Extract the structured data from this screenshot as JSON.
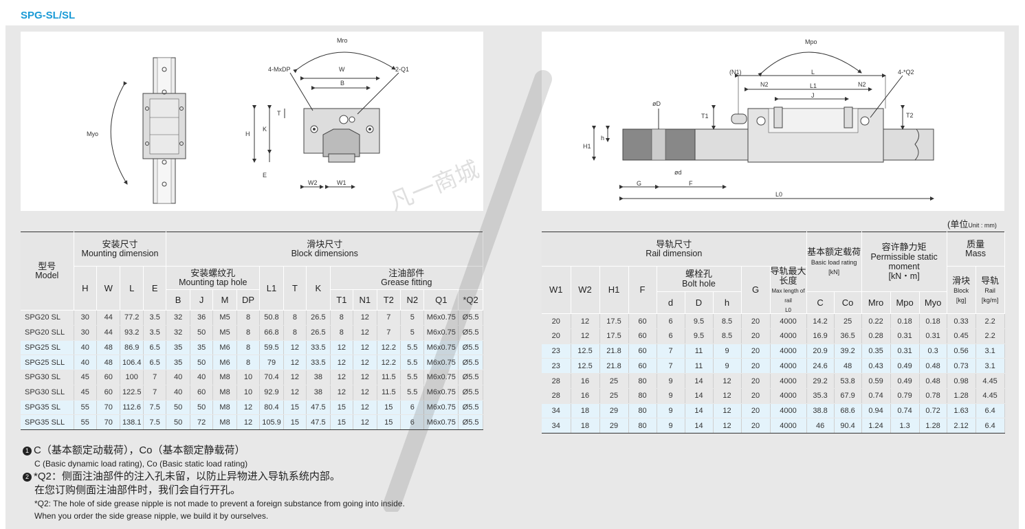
{
  "title": "SPG-SL/SL",
  "unit_label": "(单位",
  "unit_label_small": "Unit : mm)",
  "diagram1": {
    "myo": "Myo",
    "mro": "Mro",
    "mxdp": "4-MxDP",
    "w": "W",
    "q1": "2-Q1",
    "b": "B",
    "t": "T",
    "h": "H",
    "k": "K",
    "e": "E",
    "w2": "W2",
    "w1": "W1"
  },
  "diagram2": {
    "mpo": "Mpo",
    "n1": "(N1)",
    "l": "L",
    "q2": "4-*Q2",
    "n2a": "N2",
    "l1": "L1",
    "n2b": "N2",
    "j": "J",
    "od_big": "øD",
    "t1": "T1",
    "t2": "T2",
    "h_small": "h",
    "h1": "H1",
    "od_small": "ød",
    "g": "G",
    "f": "F",
    "l0": "L0"
  },
  "table1": {
    "model_cn": "型号",
    "model_en": "Model",
    "mount_cn": "安装尺寸",
    "mount_en": "Mounting dimension",
    "block_cn": "滑块尺寸",
    "block_en": "Block dimensions",
    "tap_cn": "安装螺纹孔",
    "tap_en": "Mounting tap hole",
    "grease_cn": "注油部件",
    "grease_en": "Grease fitting",
    "cols": [
      "H",
      "W",
      "L",
      "E",
      "B",
      "J",
      "M",
      "DP",
      "L1",
      "T",
      "K",
      "T1",
      "N1",
      "T2",
      "N2",
      "Q1",
      "*Q2"
    ],
    "rows": [
      [
        "SPG20 SL",
        "30",
        "44",
        "77.2",
        "3.5",
        "32",
        "36",
        "M5",
        "8",
        "50.8",
        "8",
        "26.5",
        "8",
        "12",
        "7",
        "5",
        "M6x0.75",
        "Ø5.5"
      ],
      [
        "SPG20 SLL",
        "30",
        "44",
        "93.2",
        "3.5",
        "32",
        "50",
        "M5",
        "8",
        "66.8",
        "8",
        "26.5",
        "8",
        "12",
        "7",
        "5",
        "M6x0.75",
        "Ø5.5"
      ],
      [
        "SPG25 SL",
        "40",
        "48",
        "86.9",
        "6.5",
        "35",
        "35",
        "M6",
        "8",
        "59.5",
        "12",
        "33.5",
        "12",
        "12",
        "12.2",
        "5.5",
        "M6x0.75",
        "Ø5.5"
      ],
      [
        "SPG25 SLL",
        "40",
        "48",
        "106.4",
        "6.5",
        "35",
        "50",
        "M6",
        "8",
        "79",
        "12",
        "33.5",
        "12",
        "12",
        "12.2",
        "5.5",
        "M6x0.75",
        "Ø5.5"
      ],
      [
        "SPG30 SL",
        "45",
        "60",
        "100",
        "7",
        "40",
        "40",
        "M8",
        "10",
        "70.4",
        "12",
        "38",
        "12",
        "12",
        "11.5",
        "5.5",
        "M6x0.75",
        "Ø5.5"
      ],
      [
        "SPG30 SLL",
        "45",
        "60",
        "122.5",
        "7",
        "40",
        "60",
        "M8",
        "10",
        "92.9",
        "12",
        "38",
        "12",
        "12",
        "11.5",
        "5.5",
        "M6x0.75",
        "Ø5.5"
      ],
      [
        "SPG35 SL",
        "55",
        "70",
        "112.6",
        "7.5",
        "50",
        "50",
        "M8",
        "12",
        "80.4",
        "15",
        "47.5",
        "15",
        "12",
        "15",
        "6",
        "M6x0.75",
        "Ø5.5"
      ],
      [
        "SPG35 SLL",
        "55",
        "70",
        "138.1",
        "7.5",
        "50",
        "72",
        "M8",
        "12",
        "105.9",
        "15",
        "47.5",
        "15",
        "12",
        "15",
        "6",
        "M6x0.75",
        "Ø5.5"
      ]
    ]
  },
  "table2": {
    "rail_cn": "导轨尺寸",
    "rail_en": "Rail dimension",
    "bolt_cn": "螺栓孔",
    "bolt_en": "Bolt hole",
    "maxlen_cn": "导轨最大长度",
    "maxlen_en": "Max length of rail",
    "maxlen_l0": "L0",
    "load_cn": "基本额定载荷",
    "load_en": "Basic load rating",
    "load_unit": "[kN]",
    "static_cn": "容许静力矩",
    "static_en": "Permissible static moment",
    "static_unit": "[kN・m]",
    "mass_cn": "质量",
    "mass_en": "Mass",
    "block_cn": "滑块",
    "block_en": "Block",
    "block_unit": "[kg]",
    "rail2_cn": "导轨",
    "rail2_en": "Rail",
    "rail2_unit": "[kg/m]",
    "cols": [
      "W1",
      "W2",
      "H1",
      "F",
      "d",
      "D",
      "h",
      "G",
      "C",
      "Co",
      "Mro",
      "Mpo",
      "Myo"
    ],
    "rows": [
      [
        "20",
        "12",
        "17.5",
        "60",
        "6",
        "9.5",
        "8.5",
        "20",
        "4000",
        "14.2",
        "25",
        "0.22",
        "0.18",
        "0.18",
        "0.33",
        "2.2"
      ],
      [
        "20",
        "12",
        "17.5",
        "60",
        "6",
        "9.5",
        "8.5",
        "20",
        "4000",
        "16.9",
        "36.5",
        "0.28",
        "0.31",
        "0.31",
        "0.45",
        "2.2"
      ],
      [
        "23",
        "12.5",
        "21.8",
        "60",
        "7",
        "11",
        "9",
        "20",
        "4000",
        "20.9",
        "39.2",
        "0.35",
        "0.31",
        "0.3",
        "0.56",
        "3.1"
      ],
      [
        "23",
        "12.5",
        "21.8",
        "60",
        "7",
        "11",
        "9",
        "20",
        "4000",
        "24.6",
        "48",
        "0.43",
        "0.49",
        "0.48",
        "0.73",
        "3.1"
      ],
      [
        "28",
        "16",
        "25",
        "80",
        "9",
        "14",
        "12",
        "20",
        "4000",
        "29.2",
        "53.8",
        "0.59",
        "0.49",
        "0.48",
        "0.98",
        "4.45"
      ],
      [
        "28",
        "16",
        "25",
        "80",
        "9",
        "14",
        "12",
        "20",
        "4000",
        "35.3",
        "67.9",
        "0.74",
        "0.79",
        "0.78",
        "1.28",
        "4.45"
      ],
      [
        "34",
        "18",
        "29",
        "80",
        "9",
        "14",
        "12",
        "20",
        "4000",
        "38.8",
        "68.6",
        "0.94",
        "0.74",
        "0.72",
        "1.63",
        "6.4"
      ],
      [
        "34",
        "18",
        "29",
        "80",
        "9",
        "14",
        "12",
        "20",
        "4000",
        "46",
        "90.4",
        "1.24",
        "1.3",
        "1.28",
        "2.12",
        "6.4"
      ]
    ]
  },
  "notes": {
    "n1_num": "1",
    "n1_cn": "C（基本额定动载荷），Co（基本额定静载荷）",
    "n1_en": "C (Basic dynamic load rating), Co (Basic static load rating)",
    "n2_num": "2",
    "n2_cn1": "*Q2：侧面注油部件的注入孔未留，以防止异物进入导轨系统内部。",
    "n2_cn2": "在您订购侧面注油部件时，我们会自行开孔。",
    "n2_en1": "*Q2: The hole of side grease nipple is not made to prevent a foreign substance from going into inside.",
    "n2_en2": "When you order the side grease nipple, we build it by ourselves."
  },
  "watermark": "凡一商城"
}
